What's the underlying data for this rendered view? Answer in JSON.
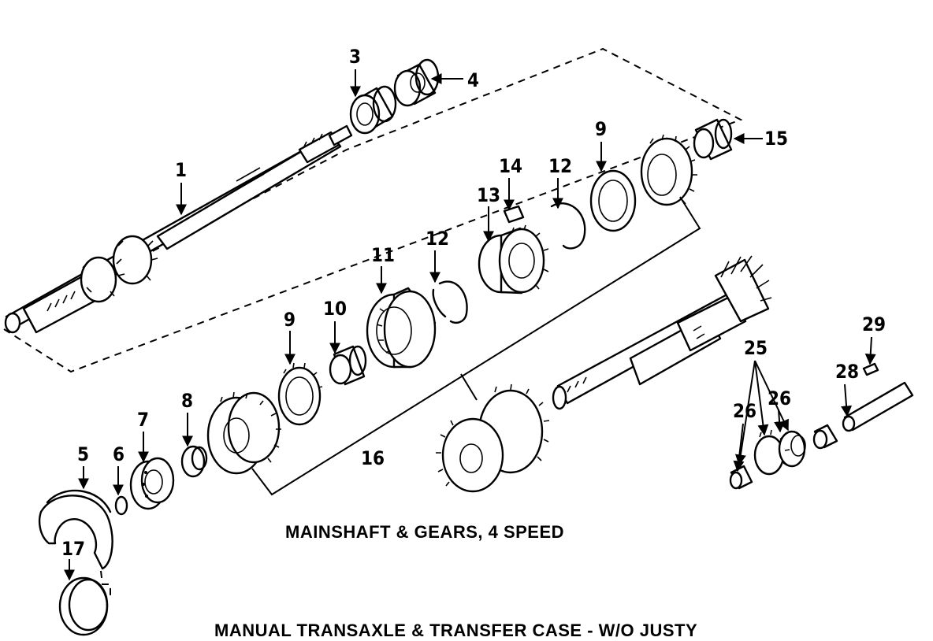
{
  "captions": {
    "subtitle": "MAINSHAFT & GEARS, 4 SPEED",
    "title": "MANUAL TRANSAXLE & TRANSFER CASE - W/O JUSTY"
  },
  "callouts": {
    "c1": "1",
    "c3": "3",
    "c4": "4",
    "c5": "5",
    "c6": "6",
    "c7": "7",
    "c8": "8",
    "c9a": "9",
    "c9b": "9",
    "c10": "10",
    "c11": "11",
    "c12a": "12",
    "c12b": "12",
    "c13": "13",
    "c14": "14",
    "c15": "15",
    "c16": "16",
    "c17": "17",
    "c25": "25",
    "c26a": "26",
    "c26b": "26",
    "c28": "28",
    "c29": "29"
  }
}
